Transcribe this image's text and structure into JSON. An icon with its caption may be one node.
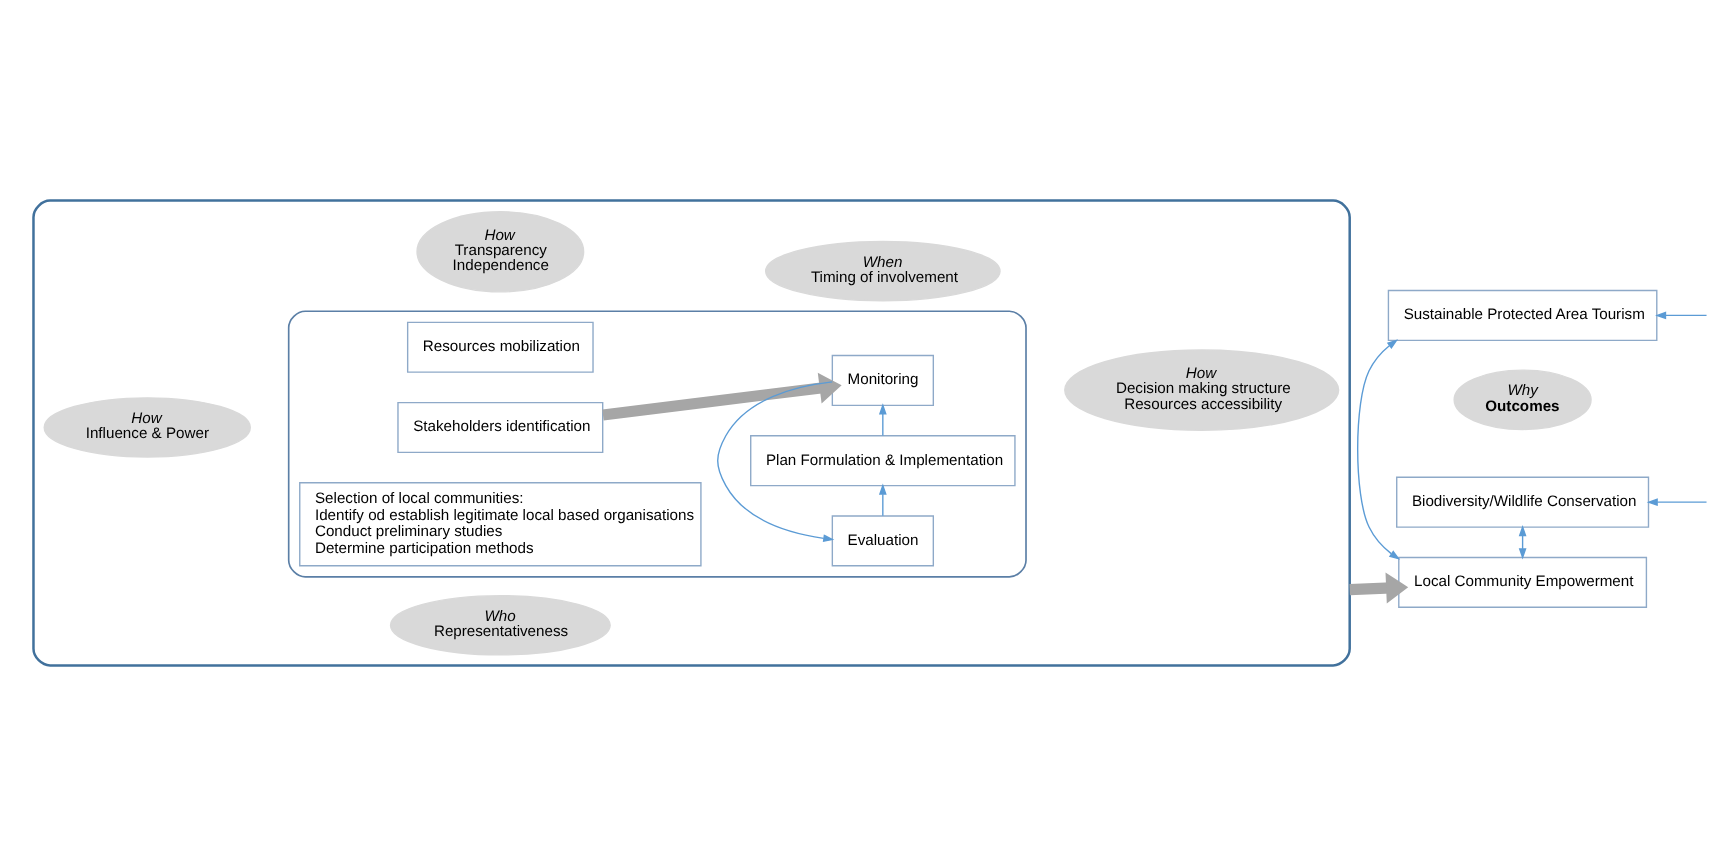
{
  "diagram": {
    "nodes": [
      {
        "text": [],
        "shape": "ellipse"
      },
      {
        "text": [
          "Who",
          "Representativeness"
        ],
        "in": 0
      },
      {
        "text": [
          "When",
          "Timing of involvement"
        ],
        "in": 0
      },
      {
        "text": [
          "How",
          "Influence & Power"
        ],
        "in": 0
      },
      {
        "text": [],
        "shape": "box",
        "in": 0
      },
      {
        "text": [
          "Resources mobilization"
        ],
        "in": 4
      },
      {
        "text": [
          "Stakeholders identification"
        ],
        "in": 4
      },
      {
        "text": [
          "Selection of local communities:",
          "Identify od establish legitimate local based organisations",
          "Conduct preliminary studies",
          "Determine participation methods"
        ],
        "in": 4
      },
      {
        "text": [
          "Plan Formulation & Implementation"
        ],
        "in": 4
      },
      {
        "text": [
          "Monitoring"
        ],
        "in": 4
      },
      {
        "text": [
          "Evaluation"
        ],
        "in": 4
      },
      {
        "text": [
          "How",
          "Decision making structure",
          "Resources accessibility"
        ],
        "in": 0
      },
      {
        "text": [
          "How",
          "Transparency",
          "Independence"
        ],
        "in": 0
      },
      {
        "text": [
          "Why",
          "Outcomes"
        ]
      },
      {
        "text": [
          "Sustainable Protected Area Tourism"
        ]
      },
      {
        "text": [
          "Local Community Empowerment"
        ]
      },
      {
        "text": [
          "Biodiversity/Wildlife Conservation"
        ]
      }
    ],
    "edges": [
      {
        "from": 6,
        "to": 9,
        "arrow": "to",
        "style": "thick",
        "color": "#a6a6a6"
      },
      {
        "from": 8,
        "to": 9,
        "arrow": "to"
      },
      {
        "from": 9,
        "to": 10,
        "arrow": "to"
      },
      {
        "from": 10,
        "to": 8,
        "arrow": "to"
      },
      {
        "from": 0,
        "to": 15,
        "arrow": "to",
        "style": "thick",
        "color": "#a6a6a6"
      },
      {
        "from": 14,
        "to": 15,
        "arrow": "both"
      },
      {
        "from": 15,
        "to": 16,
        "arrow": "both"
      },
      {
        "from": null,
        "to": 14,
        "arrow": "to"
      },
      {
        "from": null,
        "to": 16,
        "arrow": "to"
      }
    ]
  }
}
